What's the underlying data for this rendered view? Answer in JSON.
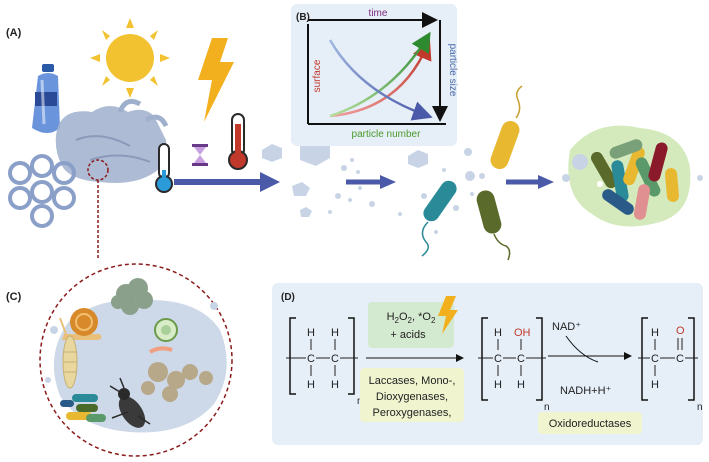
{
  "panels": {
    "a": "(A)",
    "b": "(B)",
    "c": "(C)",
    "d": "(D)"
  },
  "graph_b": {
    "top_label": "time",
    "left_label": "surface",
    "right_label": "particle size",
    "bottom_label": "particle number"
  },
  "reaction": {
    "reagents_line1_part1": "H",
    "reagents_line1_sub1": "2",
    "reagents_line1_part2": "O",
    "reagents_line1_sub2": "2",
    "reagents_line1_part3": ", *O",
    "reagents_line1_sub3": "2",
    "reagents_line2": "+ acids",
    "enzymes_line1": "Laccases, Mono-,",
    "enzymes_line2": "Dioxygenases,",
    "enzymes_line3": "Peroxygenases,",
    "cofactor_in": "NAD⁺",
    "cofactor_out": "NADH+H⁺",
    "enzyme_class": "Oxidoreductases",
    "subscript_n": "n",
    "atom_h": "H",
    "atom_c": "C",
    "group_oh": "OH",
    "atom_o": "O"
  },
  "colors": {
    "arrow_blue": "#4a5aa8",
    "panel_bg": "#e6eef8",
    "surface_red": "#c0392b",
    "number_green": "#4a9a2a",
    "size_blue": "#4a6aa8",
    "time_purple": "#7a2a7a",
    "oxygen_red": "#c0392b",
    "sun_yellow": "#f2c230",
    "lightning_yellow": "#f2b01e",
    "dashed_red": "#8b1a1a"
  }
}
